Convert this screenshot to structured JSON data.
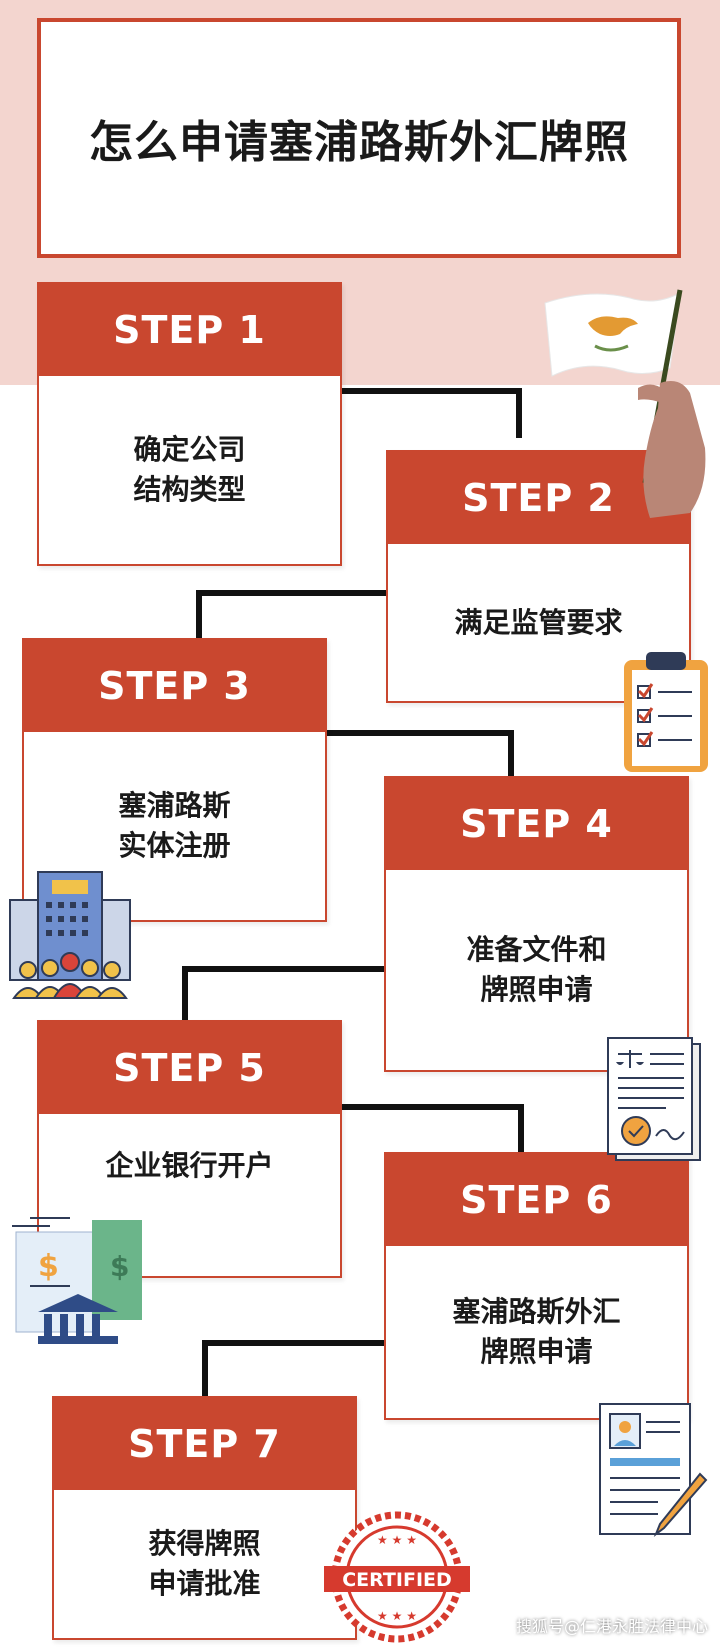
{
  "title": "怎么申请塞浦路斯外汇牌照",
  "steps": [
    {
      "label": "STEP 1",
      "text": "确定公司\n结构类型"
    },
    {
      "label": "STEP 2",
      "text": "满足监管要求"
    },
    {
      "label": "STEP 3",
      "text": "塞浦路斯\n实体注册"
    },
    {
      "label": "STEP 4",
      "text": "准备文件和\n牌照申请"
    },
    {
      "label": "STEP 5",
      "text": "企业银行开户"
    },
    {
      "label": "STEP 6",
      "text": "塞浦路斯外汇\n牌照申请"
    },
    {
      "label": "STEP 7",
      "text": "获得牌照\n申请批准"
    }
  ],
  "stamp_text": "CERTIFIED",
  "watermark": "搜狐号@仁港永胜法律中心",
  "colors": {
    "accent": "#c9472f",
    "background_top": "#f3d5cf",
    "connector": "#111111"
  },
  "icons": [
    "cyprus-flag-icon",
    "checklist-icon",
    "office-building-icon",
    "legal-document-icon",
    "bank-money-icon",
    "resume-document-icon",
    "certified-stamp-icon"
  ]
}
